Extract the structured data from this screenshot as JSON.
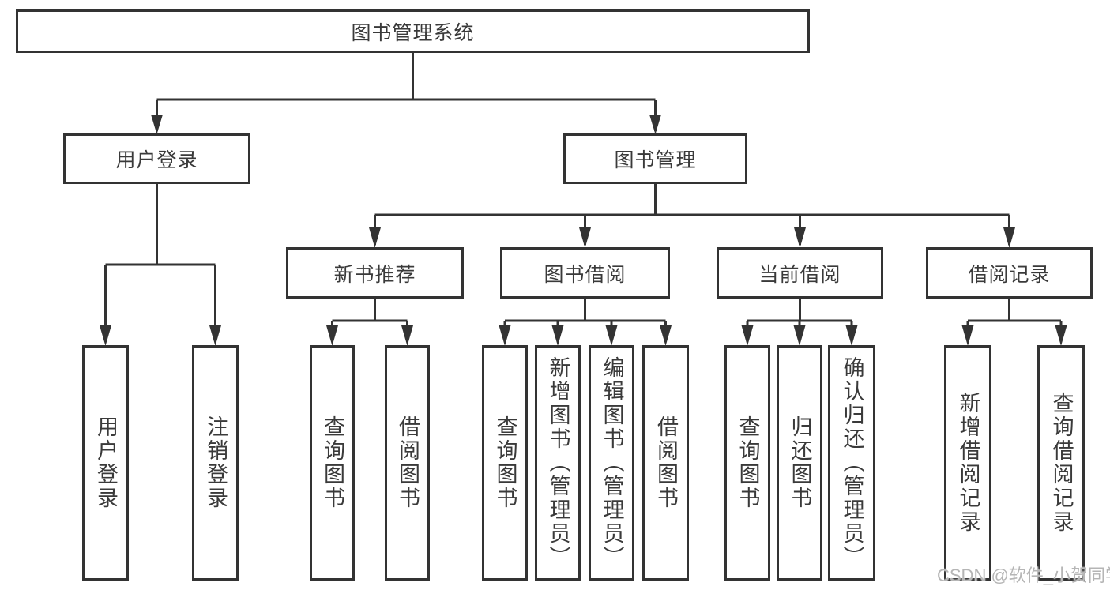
{
  "diagram": {
    "title": "图书管理系统",
    "colors": {
      "line": "#333333",
      "box_border": "#333333",
      "text": "#3a3a3a",
      "watermark": "#b5b5b5",
      "background": "#ffffff"
    },
    "tree": {
      "root": "图书管理系统",
      "branches": [
        {
          "label": "用户登录",
          "children": [
            "用户登录",
            "注销登录"
          ]
        },
        {
          "label": "图书管理",
          "groups": [
            {
              "label": "新书推荐",
              "children": [
                "查询图书",
                "借阅图书"
              ]
            },
            {
              "label": "图书借阅",
              "children": [
                "查询图书",
                "新增图书（管理员）",
                "编辑图书（管理员）",
                "借阅图书"
              ]
            },
            {
              "label": "当前借阅",
              "children": [
                "查询图书",
                "归还图书",
                "确认归还（管理员）"
              ]
            },
            {
              "label": "借阅记录",
              "children": [
                "新增借阅记录",
                "查询借阅记录"
              ]
            }
          ]
        }
      ]
    },
    "watermark": "CSDN @软件_小贺同学"
  }
}
